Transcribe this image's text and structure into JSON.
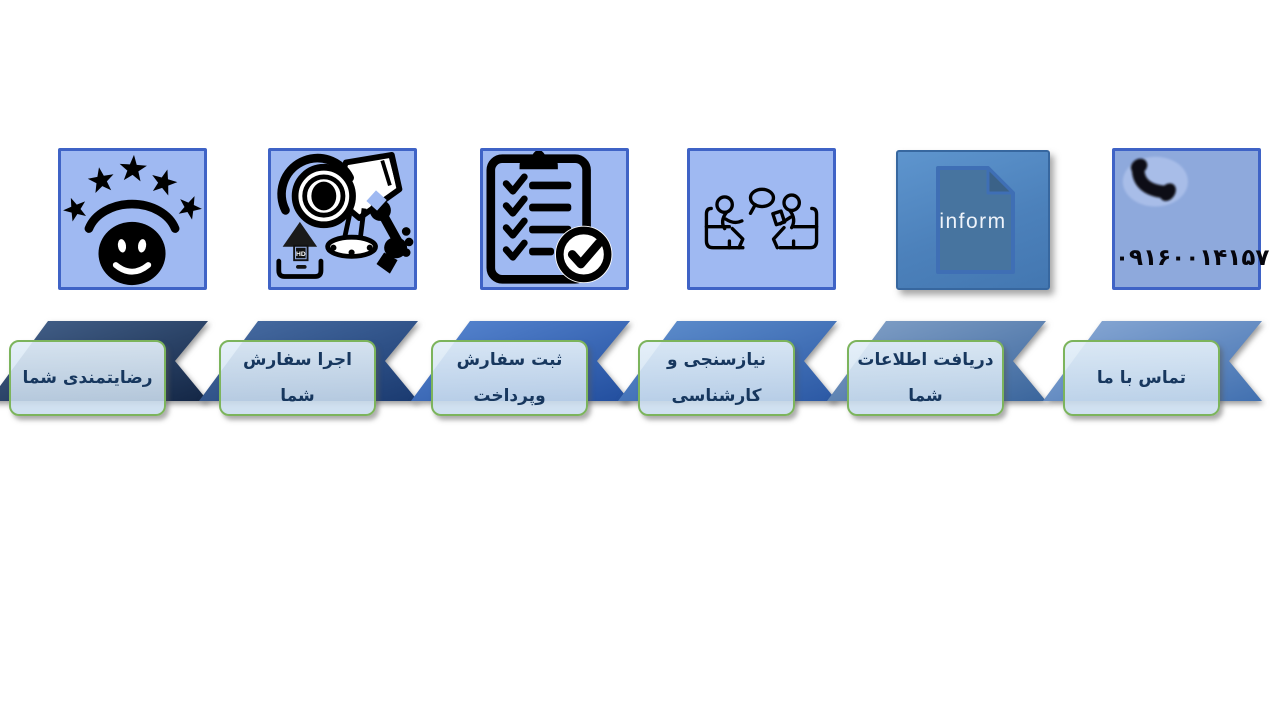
{
  "colors": {
    "tile_fill": "#9fb9f2",
    "tile_border": "#3f63c6",
    "phone_tile_fill": "#8ea9dc",
    "inform_tile_fill_top": "#5e95ce",
    "inform_tile_fill_bottom": "#4377b1",
    "inform_document_fill": "#47749f",
    "inform_document_border": "#3f6fb5",
    "label_box_fill": "#d8e7f5",
    "label_box_border": "#7cb45c",
    "label_text_color": "#17375e",
    "banner_gradients": [
      {
        "from": "#46648e",
        "to": "#132645"
      },
      {
        "from": "#4a6fa5",
        "to": "#1a3a70"
      },
      {
        "from": "#5988d2",
        "to": "#224e9e"
      },
      {
        "from": "#6191cf",
        "to": "#2b58a4"
      },
      {
        "from": "#85a3c9",
        "to": "#3a659c"
      },
      {
        "from": "#8cabd6",
        "to": "#4170b0"
      }
    ]
  },
  "steps": [
    {
      "id": "customer-satisfaction",
      "icon": "smiley-stars-icon",
      "label_lines": [
        "رضایتمندی شما"
      ]
    },
    {
      "id": "order-execution",
      "icon": "cctv-camera-wrench-icon",
      "hd_badge": "HD",
      "label_lines": [
        "اجرا سفارش",
        "شما"
      ]
    },
    {
      "id": "order-registration-payment",
      "icon": "checklist-icon",
      "label_lines": [
        "ثبت سفارش",
        "وپرداخت"
      ]
    },
    {
      "id": "needs-assessment",
      "icon": "meeting-discussion-icon",
      "label_lines": [
        "نیازسنجی و",
        "کارشناسی"
      ]
    },
    {
      "id": "receive-information",
      "icon": "inform-document-icon",
      "document_label": "inform",
      "label_lines": [
        "دریافت اطلاعات",
        "شما"
      ]
    },
    {
      "id": "contact-us",
      "icon": "phone-icon",
      "phone_number": "۰۹۱۶۰۰۱۴۱۵۷",
      "label_lines": [
        "تماس با ما"
      ]
    }
  ]
}
